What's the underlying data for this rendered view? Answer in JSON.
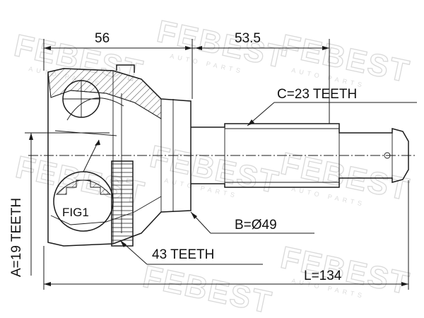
{
  "diagram": {
    "dimensions": {
      "width_a": "56",
      "width_b": "53.5",
      "length": "L=134",
      "outer_teeth": "A=19 TEETH",
      "inner_teeth": "C=23 TEETH",
      "seal_diameter": "B=Ø49",
      "abs_ring_teeth": "43 TEETH"
    },
    "callout": "FIG1",
    "watermark": {
      "brand": "FEBEST",
      "tagline": "AUTO PARTS"
    },
    "colors": {
      "line": "#1a1a1a",
      "watermark": "#d9d9d9",
      "background": "#ffffff"
    }
  }
}
